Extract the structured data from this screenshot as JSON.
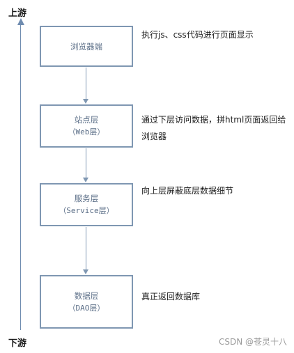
{
  "axis": {
    "top_label": "上游",
    "bottom_label": "下游"
  },
  "layers": [
    {
      "name": "浏览器端",
      "sub": "",
      "desc": "执行js、css代码进行页面显示"
    },
    {
      "name": "站点层",
      "sub": "（Web层）",
      "desc": "通过下层访问数据，拼html页面返回给浏览器"
    },
    {
      "name": "服务层",
      "sub": "（Service层）",
      "desc": "向上层屏蔽底层数据细节"
    },
    {
      "name": "数据层",
      "sub": "（DAO层）",
      "desc": "真正返回数据库"
    }
  ],
  "watermark": "CSDN @苍灵十八"
}
